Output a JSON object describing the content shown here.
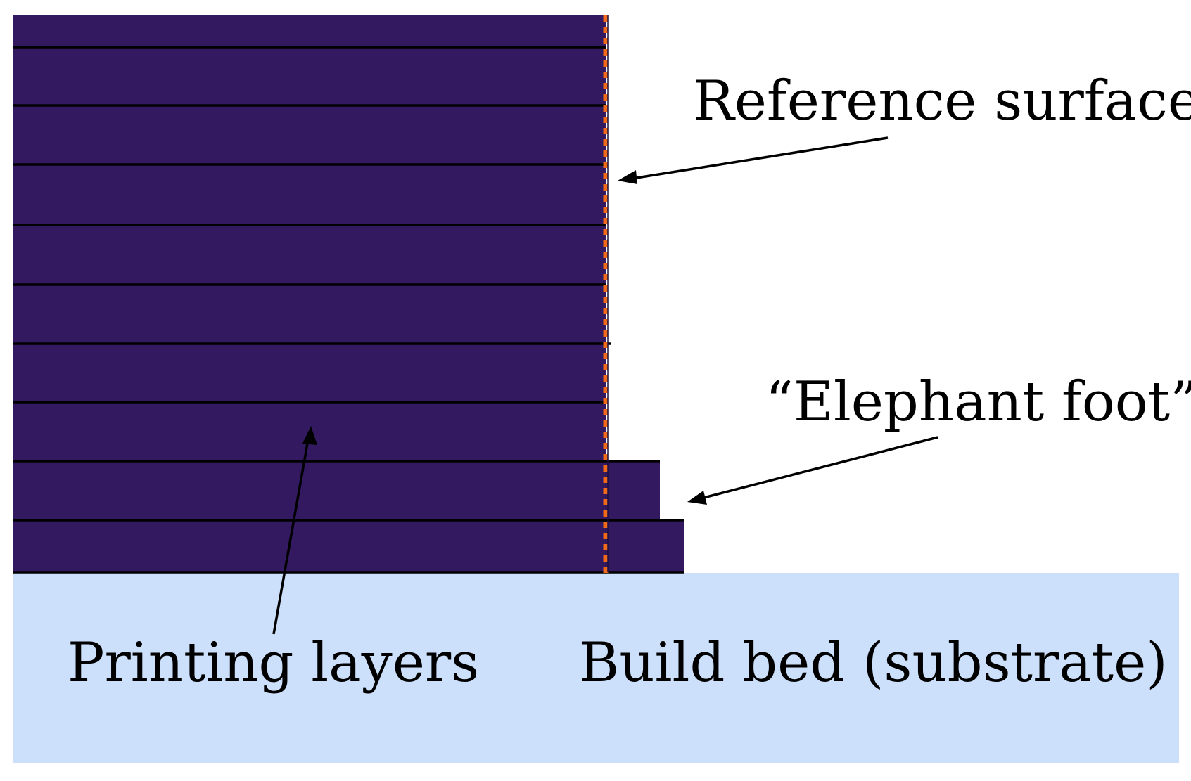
{
  "labels": {
    "reference_surface": "Reference surface",
    "elephant_foot": "“Elephant foot”",
    "printing_layers": "Printing layers",
    "build_bed": "Build bed (substrate)"
  },
  "colors": {
    "layer_fill": "#331a60",
    "layer_separator": "#000000",
    "build_bed": "#cce0fc",
    "reference_line": "#f06a1a",
    "arrow": "#000000",
    "background": "#ffffff"
  },
  "layer_count": 10,
  "elephant_foot_layer_count": 2
}
